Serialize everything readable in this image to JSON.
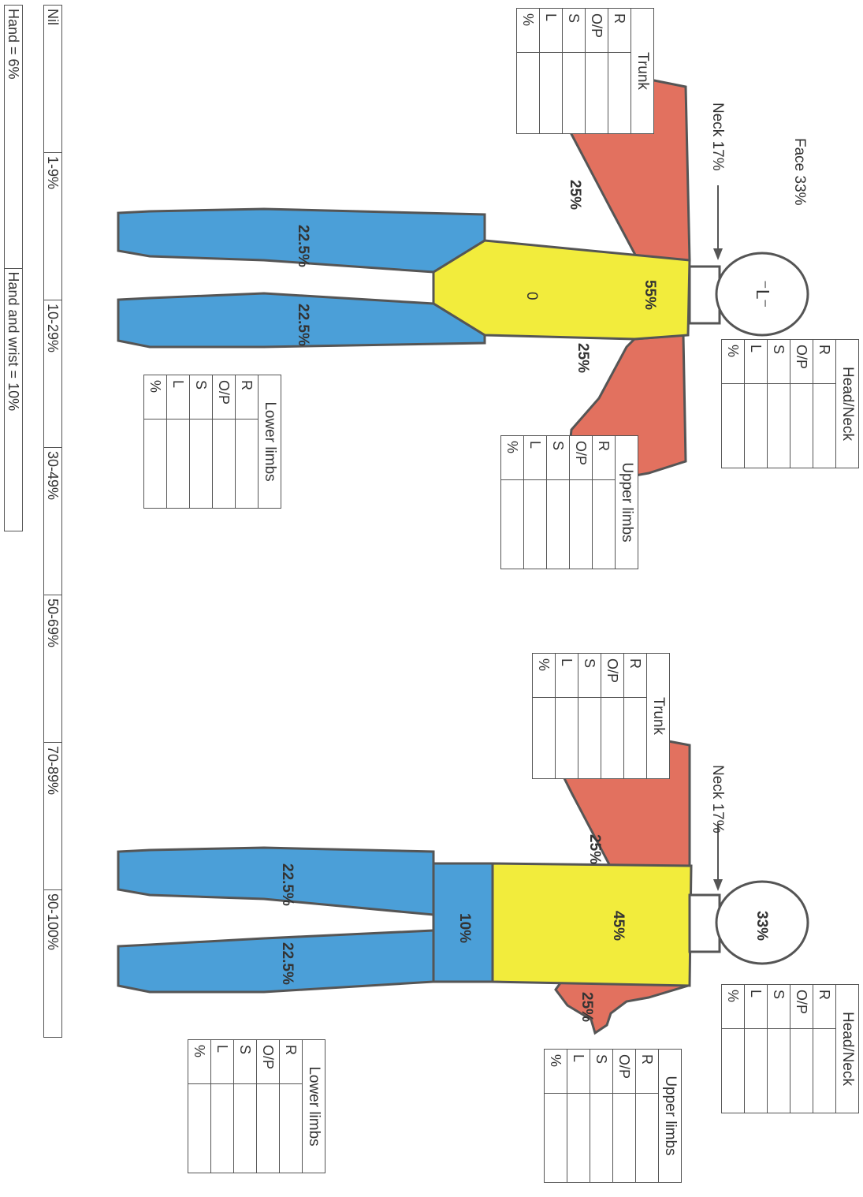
{
  "colors": {
    "red": "#e2715f",
    "yellow": "#f2ec3c",
    "blue": "#4b9fd8",
    "outline": "#555555",
    "skin": "#ffffff"
  },
  "figure1": {
    "face_label": "Face 33%",
    "neck_label": "Neck 17%",
    "trunk": "55%",
    "genital": "0",
    "arm_right": "25%",
    "arm_left": "25%",
    "leg_right": "22.5%",
    "leg_left": "22.5%",
    "face_mark": "⁻ᒪ⁻"
  },
  "figure2": {
    "neck_label": "Neck 17%",
    "head": "33%",
    "trunk": "45%",
    "pelvis": "10%",
    "arm_right": "25%",
    "arm_left": "25%",
    "leg_right": "22.5%",
    "leg_left": "22.5%"
  },
  "tables": {
    "trunk": "Trunk",
    "head_neck": "Head/Neck",
    "upper_limbs": "Upper limbs",
    "lower_limbs": "Lower limbs",
    "rows": [
      "R",
      "O/P",
      "S",
      "L",
      "%"
    ]
  },
  "scale": [
    "Nil",
    "1-9%",
    "10-29%",
    "30-49%",
    "50-69%",
    "70-89%",
    "90-100%"
  ],
  "hand": [
    "Hand = 6%",
    "Hand and wrist = 10%"
  ]
}
